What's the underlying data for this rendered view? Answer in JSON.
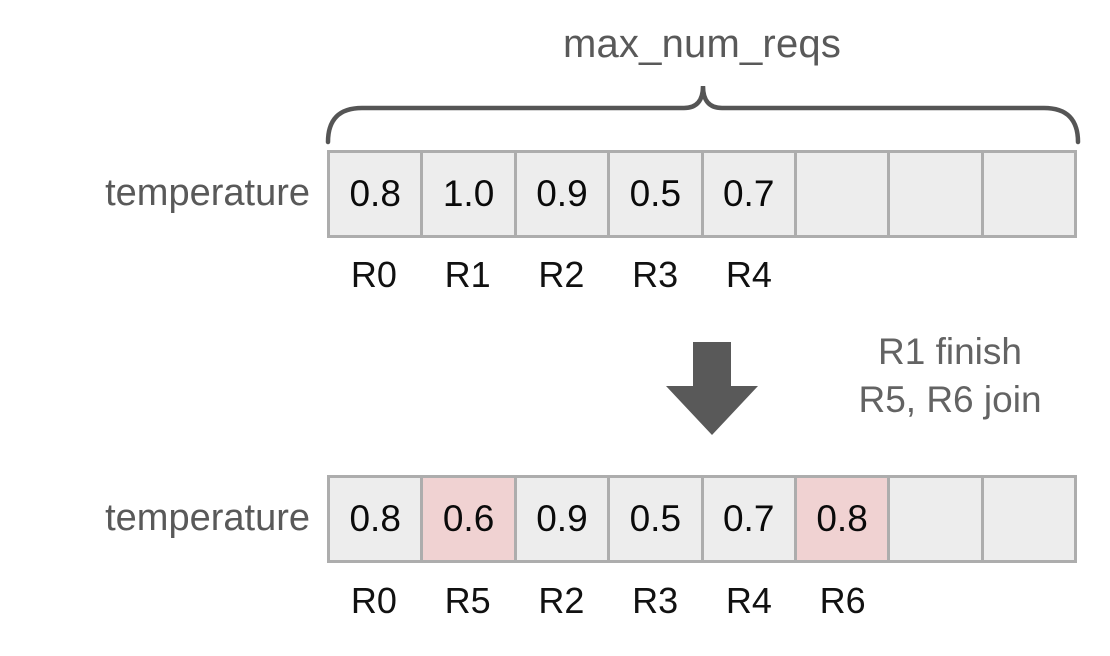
{
  "diagram": {
    "title": "max_num_reqs",
    "colors": {
      "cell_background": "#ededed",
      "cell_border": "#adadad",
      "highlight_background": "#f0d2d2",
      "label_text": "#595959",
      "value_text": "#0a0a0a",
      "arrow": "#595959"
    },
    "capacity": 8
  },
  "top_row": {
    "label": "temperature",
    "cells": [
      {
        "value": "0.8",
        "request_id": "R0",
        "highlight": false,
        "empty": false
      },
      {
        "value": "1.0",
        "request_id": "R1",
        "highlight": false,
        "empty": false
      },
      {
        "value": "0.9",
        "request_id": "R2",
        "highlight": false,
        "empty": false
      },
      {
        "value": "0.5",
        "request_id": "R3",
        "highlight": false,
        "empty": false
      },
      {
        "value": "0.7",
        "request_id": "R4",
        "highlight": false,
        "empty": false
      },
      {
        "value": "",
        "request_id": "",
        "highlight": false,
        "empty": true
      },
      {
        "value": "",
        "request_id": "",
        "highlight": false,
        "empty": true
      },
      {
        "value": "",
        "request_id": "",
        "highlight": false,
        "empty": true
      }
    ]
  },
  "transition": {
    "arrow_icon": "arrow-down-icon",
    "note_line_1": "R1 finish",
    "note_line_2": "R5, R6 join"
  },
  "bottom_row": {
    "label": "temperature",
    "cells": [
      {
        "value": "0.8",
        "request_id": "R0",
        "highlight": false,
        "empty": false
      },
      {
        "value": "0.6",
        "request_id": "R5",
        "highlight": true,
        "empty": false
      },
      {
        "value": "0.9",
        "request_id": "R2",
        "highlight": false,
        "empty": false
      },
      {
        "value": "0.5",
        "request_id": "R3",
        "highlight": false,
        "empty": false
      },
      {
        "value": "0.7",
        "request_id": "R4",
        "highlight": false,
        "empty": false
      },
      {
        "value": "0.8",
        "request_id": "R6",
        "highlight": true,
        "empty": false
      },
      {
        "value": "",
        "request_id": "",
        "highlight": false,
        "empty": true
      },
      {
        "value": "",
        "request_id": "",
        "highlight": false,
        "empty": true
      }
    ]
  }
}
